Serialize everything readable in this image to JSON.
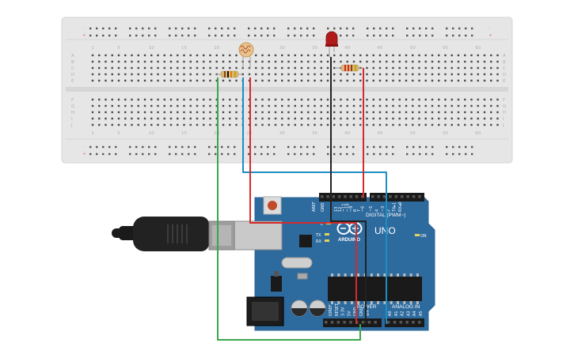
{
  "breadboard": {
    "column_numbers": [
      "1",
      "5",
      "10",
      "15",
      "20",
      "25",
      "30",
      "35",
      "40",
      "45",
      "50",
      "55",
      "60"
    ],
    "row_letters_top": [
      "A",
      "B",
      "C",
      "D",
      "E"
    ],
    "row_letters_bottom": [
      "F",
      "G",
      "H",
      "I",
      "J"
    ],
    "rail_minus": "-",
    "rail_plus": "+"
  },
  "arduino": {
    "logo_text": "ARDUINO",
    "model": "UNO",
    "digital_label": "DIGITAL (PWM~)",
    "analog_label": "ANALOG IN",
    "power_label": "POWER",
    "on_label": "ON",
    "tx_label": "TX",
    "rx_label": "RX",
    "l_label": "L",
    "aref_label": "AREF",
    "gnd_label": "GND",
    "digital_pins": [
      "13",
      "12",
      "~11",
      "~10",
      "~9",
      "8",
      "7",
      "~6",
      "~5",
      "4",
      "~3",
      "2",
      "TX▸1",
      "RX◂0"
    ],
    "power_pins": [
      "IOREF",
      "RESET",
      "3.3V",
      "5V",
      "GND",
      "GND",
      "Vin"
    ],
    "analog_pins": [
      "A0",
      "A1",
      "A2",
      "A3",
      "A4",
      "A5"
    ]
  },
  "colors": {
    "breadboard": "#e6e6e6",
    "board": "#2d6a9e",
    "wire_green": "#3aa64a",
    "wire_blue": "#1a8fc4",
    "wire_red": "#d62a2a",
    "wire_black": "#222222",
    "led": "#b01a1a"
  }
}
